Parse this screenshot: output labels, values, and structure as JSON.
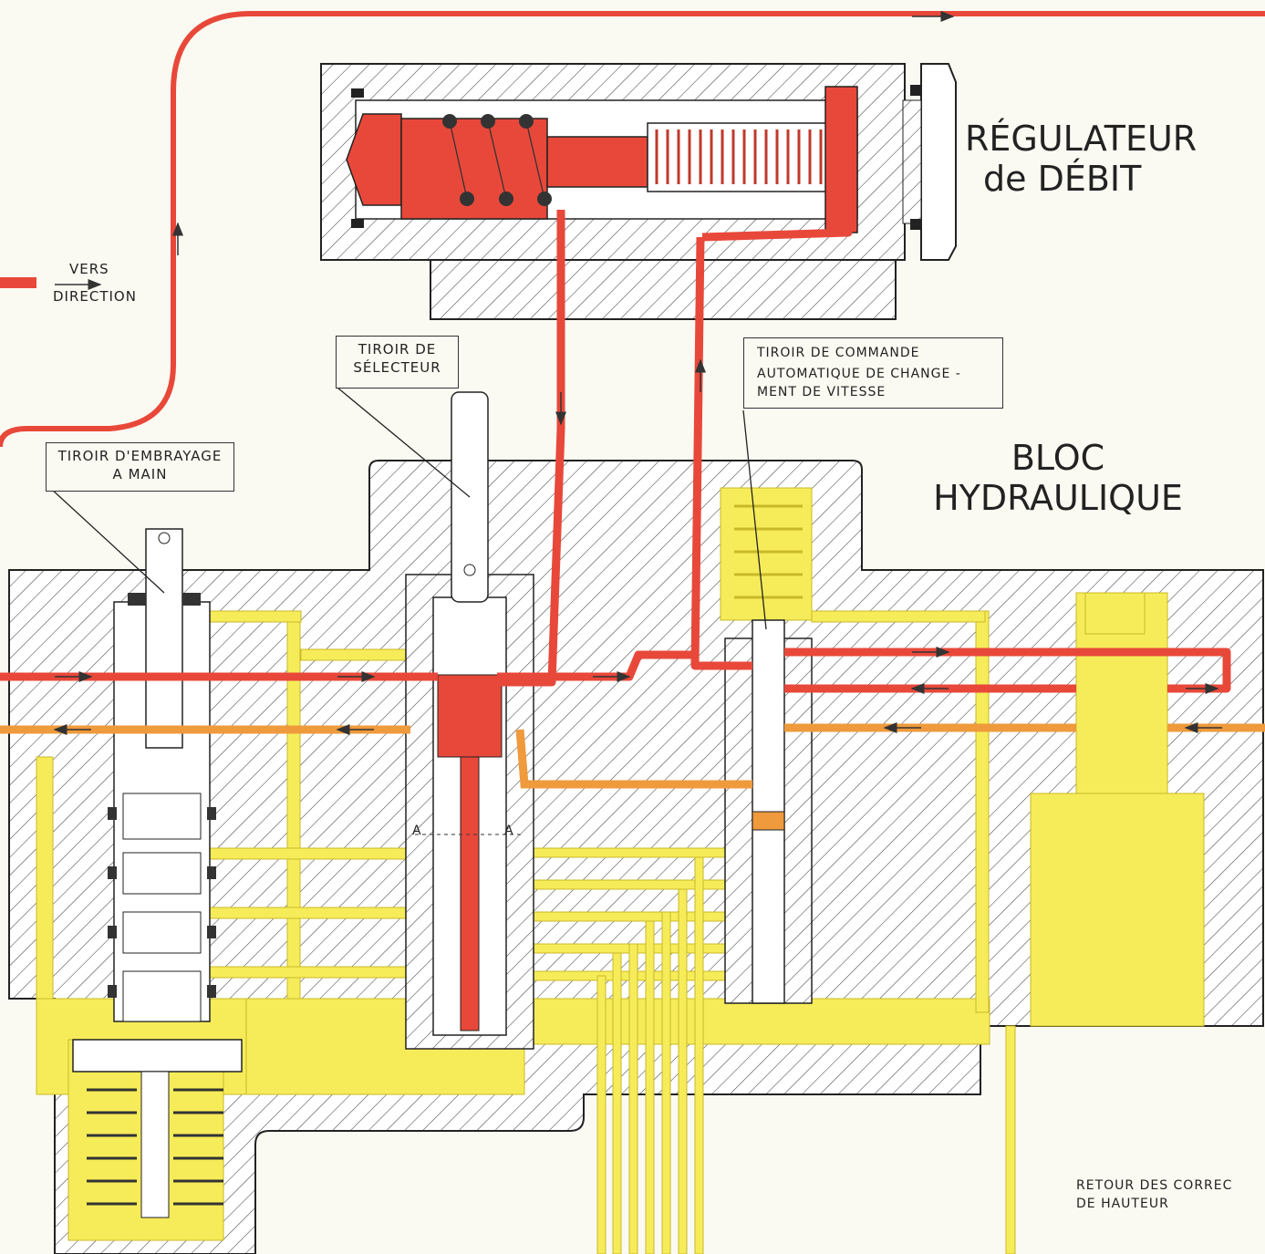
{
  "title_regulator": {
    "line1": "RÉGULATEUR",
    "line2": "de DÉBIT"
  },
  "title_block": {
    "line1": "BLOC",
    "line2": "HYDRAULIQUE"
  },
  "label_direction": {
    "line1": "VERS",
    "line2": "DIRECTION"
  },
  "label_clutch": {
    "line1": "TIROIR D'EMBRAYAGE",
    "line2": "A MAIN"
  },
  "label_selector": {
    "line1": "TIROIR DE",
    "line2": "SÉLECTEUR"
  },
  "label_gearshift": {
    "line1": "TIROIR DE COMMANDE",
    "line2": "AUTOMATIQUE DE CHANGE -",
    "line3": "MENT DE VITESSE"
  },
  "label_return": {
    "line1": "RETOUR DES CORREC",
    "line2": "DE HAUTEUR"
  },
  "section_marks": {
    "left": "A",
    "right": "A"
  },
  "colors": {
    "pressure": "#e8483a",
    "feed": "#f6ec5a",
    "return": "#ef9a3c",
    "body": "#ffffff",
    "ink": "#2a2a2a"
  }
}
